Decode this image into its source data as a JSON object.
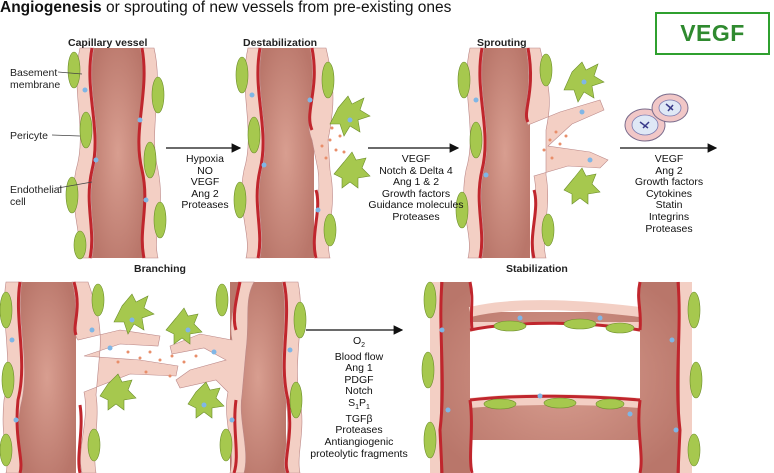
{
  "heading": {
    "bold": "Angiogenesis",
    "rest": " or  sprouting of new vessels from pre-existing ones"
  },
  "vegf_box": "VEGF",
  "panels": {
    "capillary": "Capillary vessel",
    "destabilization": "Destabilization",
    "sprouting": "Sprouting",
    "branching": "Branching",
    "stabilization": "Stabilization"
  },
  "labels": {
    "basement": [
      "Basement",
      "membrane"
    ],
    "pericyte": "Pericyte",
    "endothelial": [
      "Endothelial",
      "cell"
    ]
  },
  "factors": {
    "step1": [
      "Hypoxia",
      "NO",
      "VEGF",
      "Ang 2",
      "Proteases"
    ],
    "step2": [
      "VEGF",
      "Notch & Delta 4",
      "Ang 1 & 2",
      "Growth factors",
      "Guidance molecules",
      "Proteases"
    ],
    "step3": [
      "VEGF",
      "Ang 2",
      "Growth factors",
      "Cytokines",
      "Statin",
      "Integrins",
      "Proteases"
    ],
    "step4": {
      "o2": "O",
      "o2_sub": "2",
      "lines_a": [
        "Blood flow",
        "Ang 1",
        "PDGF",
        "Notch"
      ],
      "s1p1": [
        "S",
        "1",
        "P",
        "1"
      ],
      "tgfb": "TGFβ",
      "lines_b": [
        "Proteases",
        "Antiangiogenic",
        "proteolytic fragments"
      ]
    }
  },
  "colors": {
    "vessel_lumen": "#c98a7c",
    "endothelium": "#f3cfc4",
    "basement_membrane": "#c0262d",
    "pericyte": "#a6c84e",
    "nucleus": "#7fb6e6",
    "brand_green": "#2fa02f"
  }
}
